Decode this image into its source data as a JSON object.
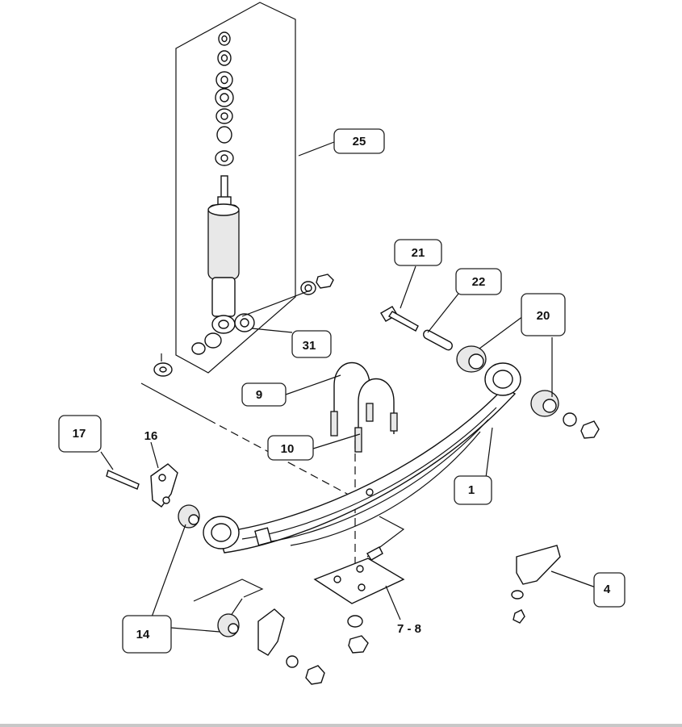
{
  "diagram": {
    "callouts": [
      {
        "id": "c25",
        "label": "25"
      },
      {
        "id": "c21",
        "label": "21"
      },
      {
        "id": "c22",
        "label": "22"
      },
      {
        "id": "c20",
        "label": "20"
      },
      {
        "id": "c31",
        "label": "31"
      },
      {
        "id": "c9",
        "label": "9"
      },
      {
        "id": "c10",
        "label": "10"
      },
      {
        "id": "c17",
        "label": "17"
      },
      {
        "id": "c16",
        "label": "16"
      },
      {
        "id": "c1",
        "label": "1"
      },
      {
        "id": "c4",
        "label": "4"
      },
      {
        "id": "c14",
        "label": "14"
      },
      {
        "id": "c78",
        "label": "7 - 8"
      }
    ]
  }
}
